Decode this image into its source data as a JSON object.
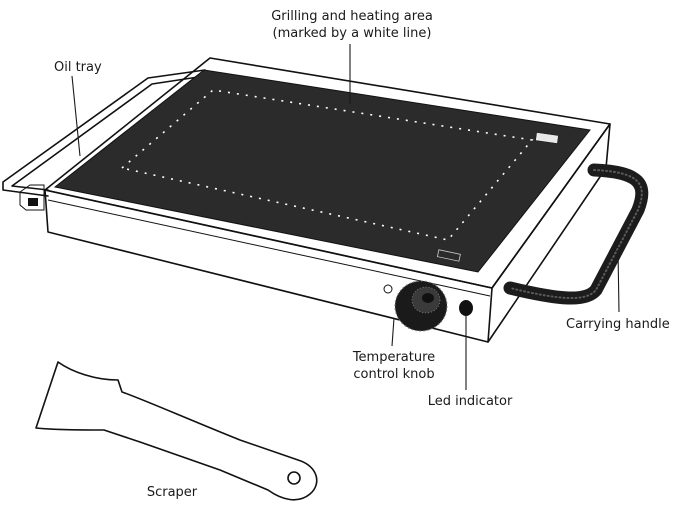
{
  "labels": {
    "grill_area_line1": "Grilling and heating area",
    "grill_area_line2": "(marked by a white line)",
    "oil_tray": "Oil tray",
    "carrying_handle": "Carrying handle",
    "temperature_knob_line1": "Temperature",
    "temperature_knob_line2": "control knob",
    "led_indicator": "Led indicator",
    "scraper": "Scraper"
  },
  "colors": {
    "plate": "#2b2b2b",
    "handle": "#1c1c1c",
    "line": "#111111",
    "background": "#ffffff"
  }
}
